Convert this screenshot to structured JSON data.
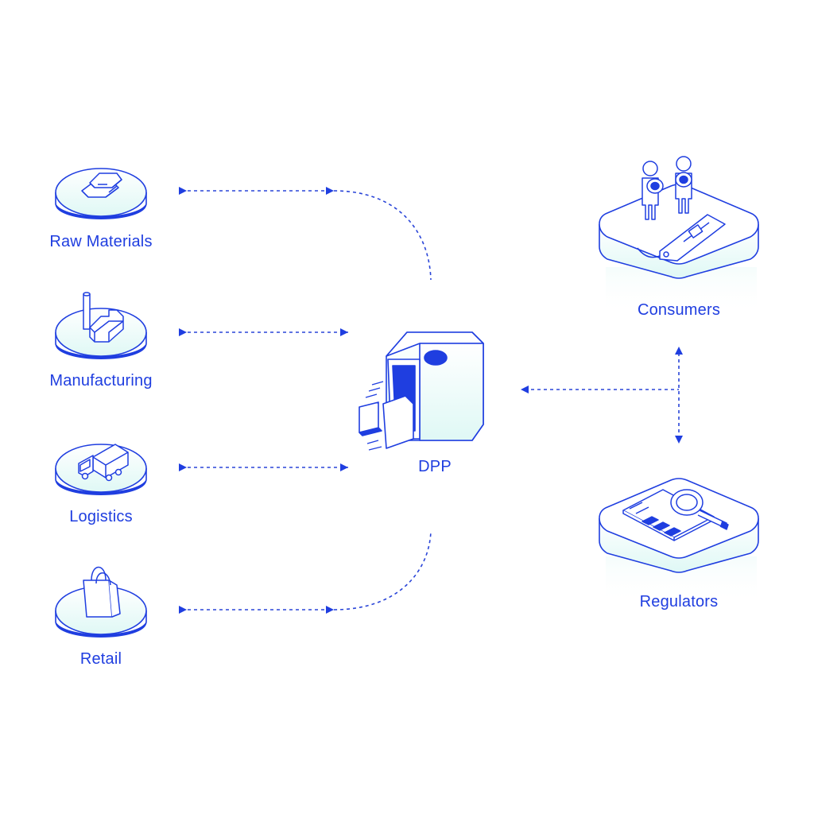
{
  "sources": [
    {
      "id": "raw",
      "label": "Raw Materials",
      "icon": "gold-bars-icon"
    },
    {
      "id": "mfg",
      "label": "Manufacturing",
      "icon": "factory-icon"
    },
    {
      "id": "log",
      "label": "Logistics",
      "icon": "truck-icon"
    },
    {
      "id": "ret",
      "label": "Retail",
      "icon": "shopping-bag-icon"
    }
  ],
  "center": {
    "label": "DPP",
    "icon": "passport-box-icon"
  },
  "targets": [
    {
      "id": "con",
      "label": "Consumers",
      "icon": "consumers-icon"
    },
    {
      "id": "reg",
      "label": "Regulators",
      "icon": "regulator-inspection-icon"
    }
  ],
  "colors": {
    "accent": "#1f3ee0",
    "fill_light": "#e9fbf8",
    "line": "#2a45d8"
  }
}
